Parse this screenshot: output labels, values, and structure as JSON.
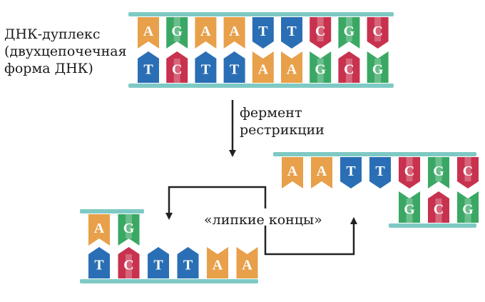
{
  "labels": {
    "duplex": [
      "ДНК-дуплекс",
      "(двухцепочечная",
      "форма ДНК)"
    ],
    "enzyme": [
      "фермент",
      "рестрикции"
    ],
    "sticky_ends": "«липкие концы»"
  },
  "colors": {
    "A": "#e8a04a",
    "T": "#2a6fb5",
    "G": "#3aa864",
    "C": "#c8324e",
    "backbone": "#7fc9c4",
    "arrow": "#222222"
  },
  "duplex": {
    "top": [
      "A",
      "G",
      "A",
      "A",
      "T",
      "T",
      "C",
      "G",
      "C"
    ],
    "bottom": [
      "T",
      "C",
      "T",
      "T",
      "A",
      "A",
      "G",
      "C",
      "G"
    ]
  },
  "right_fragment": {
    "top": [
      "A",
      "A",
      "T",
      "T",
      "C",
      "G",
      "C"
    ],
    "bottom": [
      "",
      "",
      "",
      "",
      "G",
      "C",
      "G"
    ]
  },
  "left_fragment": {
    "top": [
      "A",
      "G",
      "",
      "",
      "",
      ""
    ],
    "bottom": [
      "T",
      "C",
      "T",
      "T",
      "A",
      "A"
    ]
  }
}
